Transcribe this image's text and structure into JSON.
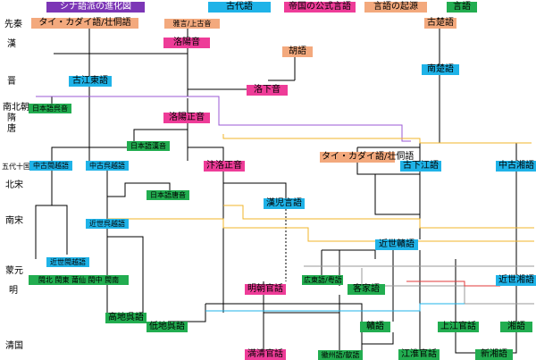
{
  "legend": {
    "title": "シナ語派の進化図",
    "ancient": "古代語",
    "official": "帝国の公式言語",
    "origin": "言語の起源",
    "lang": "言語"
  },
  "colors": {
    "ancient": "#1fb3e8",
    "official": "#ee3c98",
    "origin": "#f3a97d",
    "lang": "#22ad50",
    "title": "#7c36b6",
    "line_purple": "#9b59d6",
    "line_orange": "#f0b429",
    "line_red": "#e23a3a"
  },
  "eras": [
    {
      "id": "xianqin",
      "label": "先秦"
    },
    {
      "id": "han",
      "label": "漢"
    },
    {
      "id": "jin",
      "label": "晋"
    },
    {
      "id": "nanbei",
      "label": "南北朝"
    },
    {
      "id": "sui",
      "label": "隋"
    },
    {
      "id": "tang",
      "label": "唐"
    },
    {
      "id": "wudai",
      "label": "五代十国"
    },
    {
      "id": "beisong",
      "label": "北宋"
    },
    {
      "id": "nansong",
      "label": "南宋"
    },
    {
      "id": "mengyuan",
      "label": "蒙元"
    },
    {
      "id": "ming",
      "label": "明"
    },
    {
      "id": "qing",
      "label": "清国"
    }
  ],
  "nodes": {
    "tai_kadai_1": {
      "label": "タイ・カダイ語/壮侗語",
      "kind": "origin"
    },
    "yayan": {
      "label": "雅言/上古音",
      "kind": "origin"
    },
    "luoyang_yin": {
      "label": "洛陽音",
      "kind": "official"
    },
    "hu": {
      "label": "胡語",
      "kind": "origin"
    },
    "gu_chu": {
      "label": "古楚語",
      "kind": "origin"
    },
    "nan_chu": {
      "label": "南楚語",
      "kind": "ancient"
    },
    "gu_jiangdong": {
      "label": "古江東語",
      "kind": "ancient"
    },
    "luoxia": {
      "label": "洛下音",
      "kind": "official"
    },
    "ja_goon": {
      "label": "日本語呉音",
      "kind": "lang"
    },
    "luoyang_zheng": {
      "label": "洛陽正音",
      "kind": "official"
    },
    "ja_kanon": {
      "label": "日本語漢音",
      "kind": "lang"
    },
    "zhonggu_minyue": {
      "label": "中古閩越語",
      "kind": "ancient"
    },
    "zhonggu_wuyue": {
      "label": "中古呉越語",
      "kind": "ancient"
    },
    "bianluo": {
      "label": "汴洛正音",
      "kind": "official"
    },
    "tai_kadai_2": {
      "label": "タイ・カダイ語/壮侗語",
      "kind": "origin"
    },
    "gu_xiajiang": {
      "label": "古下江語",
      "kind": "ancient"
    },
    "zhonggu_xiang": {
      "label": "中古湘語",
      "kind": "ancient"
    },
    "ja_toon": {
      "label": "日本語唐音",
      "kind": "lang"
    },
    "hanerr": {
      "label": "漢児言語",
      "kind": "ancient"
    },
    "jinshi_wuyue": {
      "label": "近世呉越語",
      "kind": "ancient"
    },
    "jinshi_gan": {
      "label": "近世贛語",
      "kind": "ancient"
    },
    "jinshi_minyue": {
      "label": "近世閩越語",
      "kind": "ancient"
    },
    "min_group": {
      "label": "閩北 閩東 莆仙 閩中 閩南",
      "kind": "lang"
    },
    "guangdong_yue": {
      "label": "広東語/粤語",
      "kind": "lang"
    },
    "hakka": {
      "label": "客家語",
      "kind": "lang"
    },
    "jinshi_xiang": {
      "label": "近世湘語",
      "kind": "ancient"
    },
    "ming_guanhua": {
      "label": "明朝官話",
      "kind": "official"
    },
    "gaodi_wu": {
      "label": "高地呉語",
      "kind": "lang"
    },
    "didi_wu": {
      "label": "低地呉語",
      "kind": "lang"
    },
    "gan": {
      "label": "贛語",
      "kind": "lang"
    },
    "shangjiang": {
      "label": "上江官話",
      "kind": "lang"
    },
    "xiang": {
      "label": "湘語",
      "kind": "lang"
    },
    "manqing": {
      "label": "満清官話",
      "kind": "official"
    },
    "huizhou": {
      "label": "徽州語/歙語",
      "kind": "lang"
    },
    "jianghuai": {
      "label": "江淮官話",
      "kind": "lang"
    },
    "xinxiang": {
      "label": "新湘語",
      "kind": "lang"
    }
  }
}
